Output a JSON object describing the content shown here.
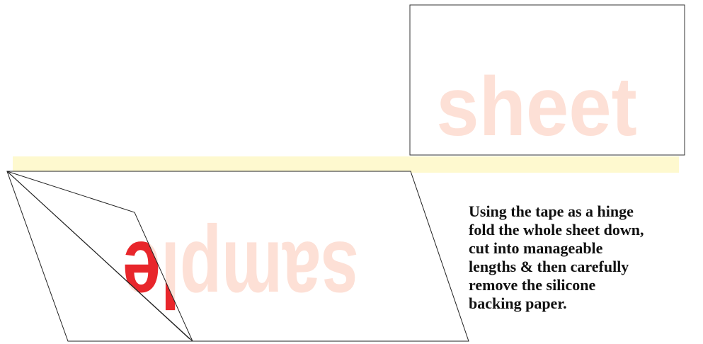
{
  "sheet": {
    "word": "sheet",
    "word_color": "#fde0d6"
  },
  "sample": {
    "word": "sample",
    "pale_color": "#fde0d6",
    "peeled_color": "#e8262b"
  },
  "tape": {
    "color": "#fef9cf"
  },
  "instruction": {
    "lines": [
      "Using the tape as a hinge",
      "fold the whole sheet down,",
      "cut into manageable",
      "lengths & then carefully",
      "remove the silicone",
      "backing paper."
    ]
  }
}
